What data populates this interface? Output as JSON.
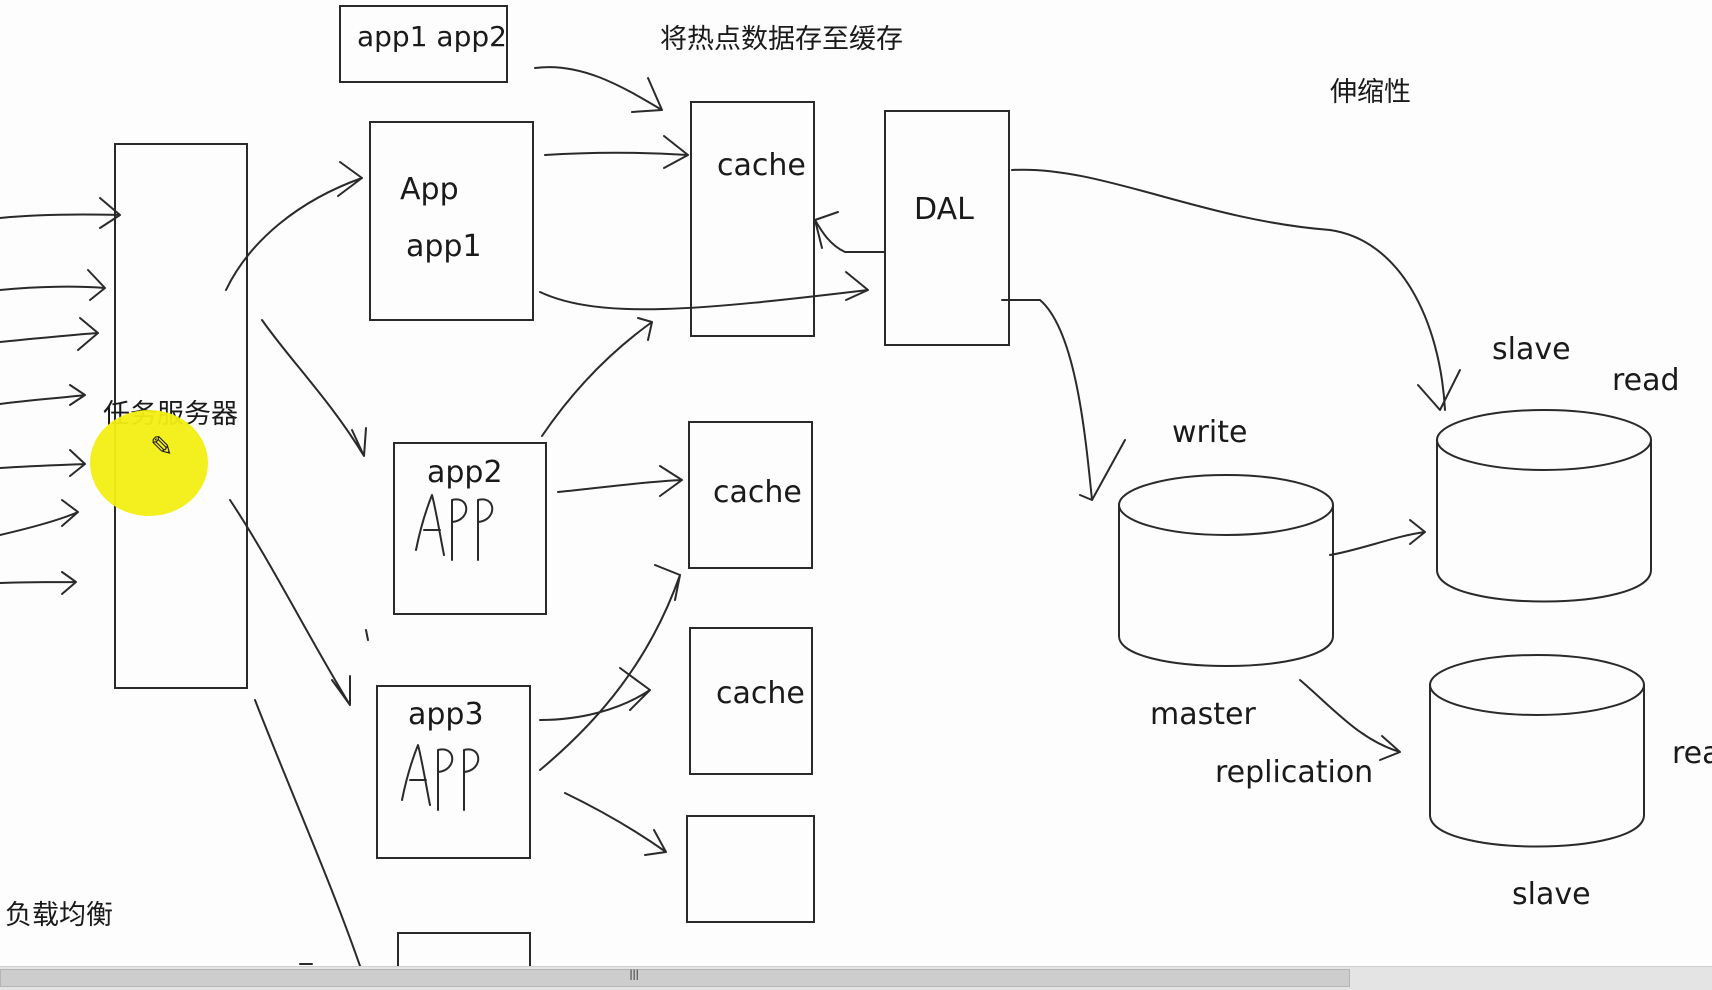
{
  "diagram": {
    "title_top": "将热点数据存至缓存",
    "scalability": "伸缩性",
    "load_balance": "负载均衡",
    "task_server": "任务服务器",
    "app_group_top": "app1 app2",
    "app1_box": {
      "line1": "App",
      "line2": "app1"
    },
    "app2_box": {
      "label": "app2",
      "scribble": "APP"
    },
    "app3_box": {
      "label": "app3",
      "scribble": "APP"
    },
    "cache_labels": [
      "cache",
      "cache",
      "cache"
    ],
    "dal": "DAL",
    "write": "write",
    "master": "master",
    "replication": "replication",
    "slave_top": "slave",
    "read_top": "read",
    "slave_bottom": "slave",
    "read_bottom_cut": "rea"
  },
  "scrollbar": {
    "grip": "III"
  },
  "icons": {
    "pointer": "pencil-icon"
  },
  "colors": {
    "highlight": "#f3ee12",
    "ink": "#2a2a2a"
  }
}
